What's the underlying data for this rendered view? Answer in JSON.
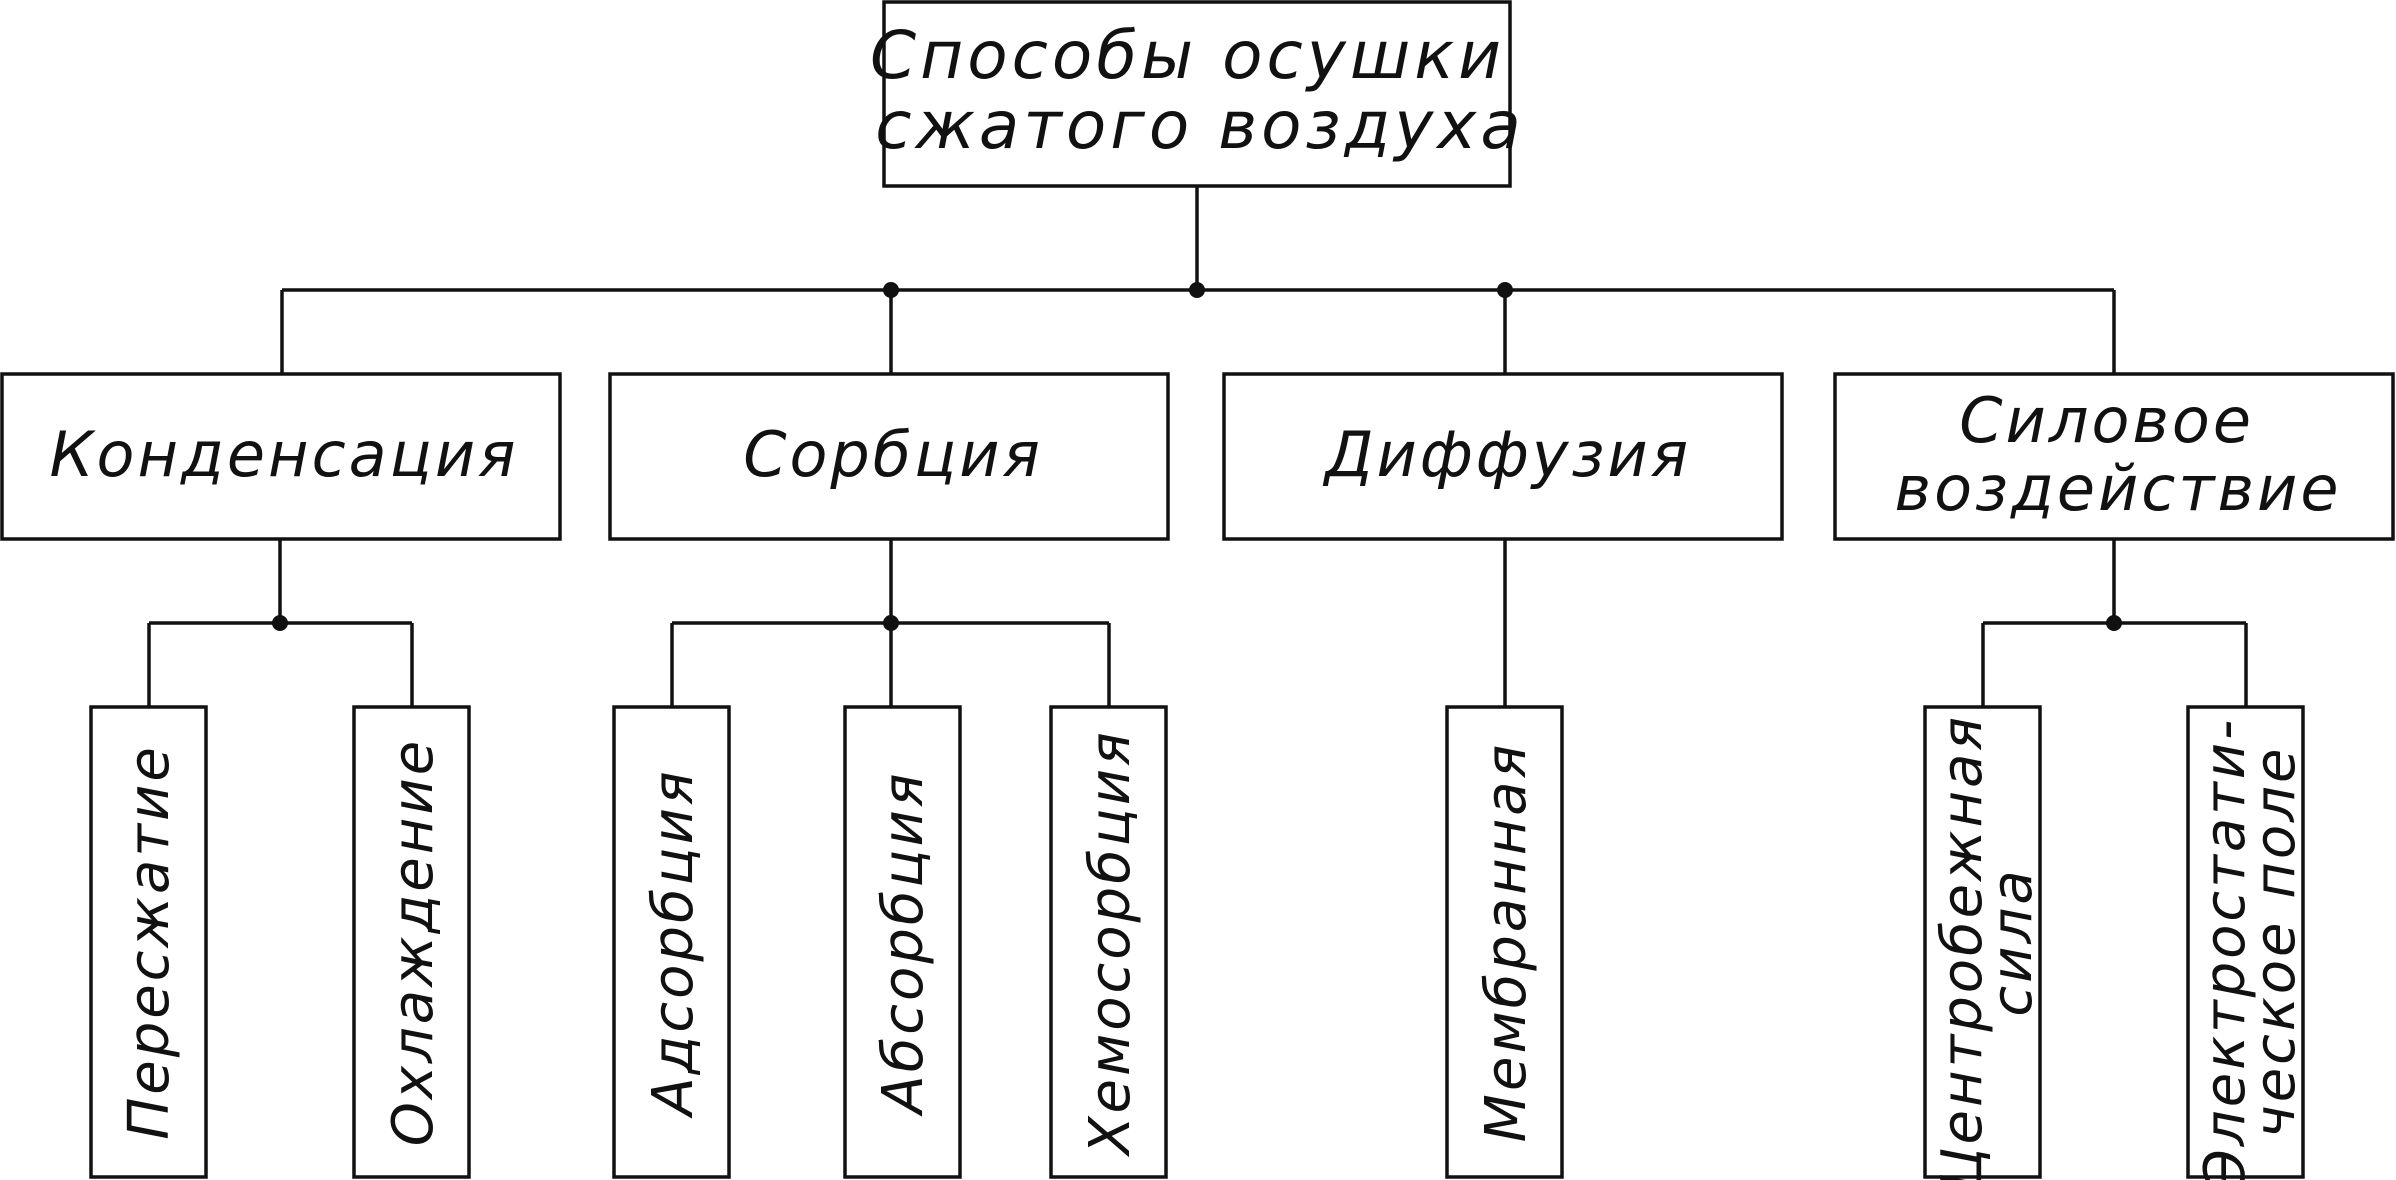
{
  "diagram": {
    "root": {
      "lines": [
        "Способы осушки",
        "сжатого воздуха"
      ]
    },
    "categories": [
      {
        "id": "condensation",
        "lines": [
          "Конденсация"
        ],
        "children": [
          {
            "id": "recompression",
            "lines": [
              "Пересжатие"
            ]
          },
          {
            "id": "cooling",
            "lines": [
              "Охлаждение"
            ]
          }
        ]
      },
      {
        "id": "sorption",
        "lines": [
          "Сорбция"
        ],
        "children": [
          {
            "id": "adsorption",
            "lines": [
              "Адсорбция"
            ]
          },
          {
            "id": "absorption",
            "lines": [
              "Абсорбция"
            ]
          },
          {
            "id": "chemisorption",
            "lines": [
              "Хемосорбция"
            ]
          }
        ]
      },
      {
        "id": "diffusion",
        "lines": [
          "Диффузия"
        ],
        "children": [
          {
            "id": "membrane",
            "lines": [
              "Мембранная"
            ]
          }
        ]
      },
      {
        "id": "force-impact",
        "lines": [
          "Силовое",
          "воздействие"
        ],
        "children": [
          {
            "id": "centrifugal-force",
            "lines": [
              "Центробежная",
              "сила"
            ]
          },
          {
            "id": "electrostatic-field",
            "lines": [
              "Электростати-",
              "ческое поле"
            ]
          }
        ]
      }
    ]
  }
}
